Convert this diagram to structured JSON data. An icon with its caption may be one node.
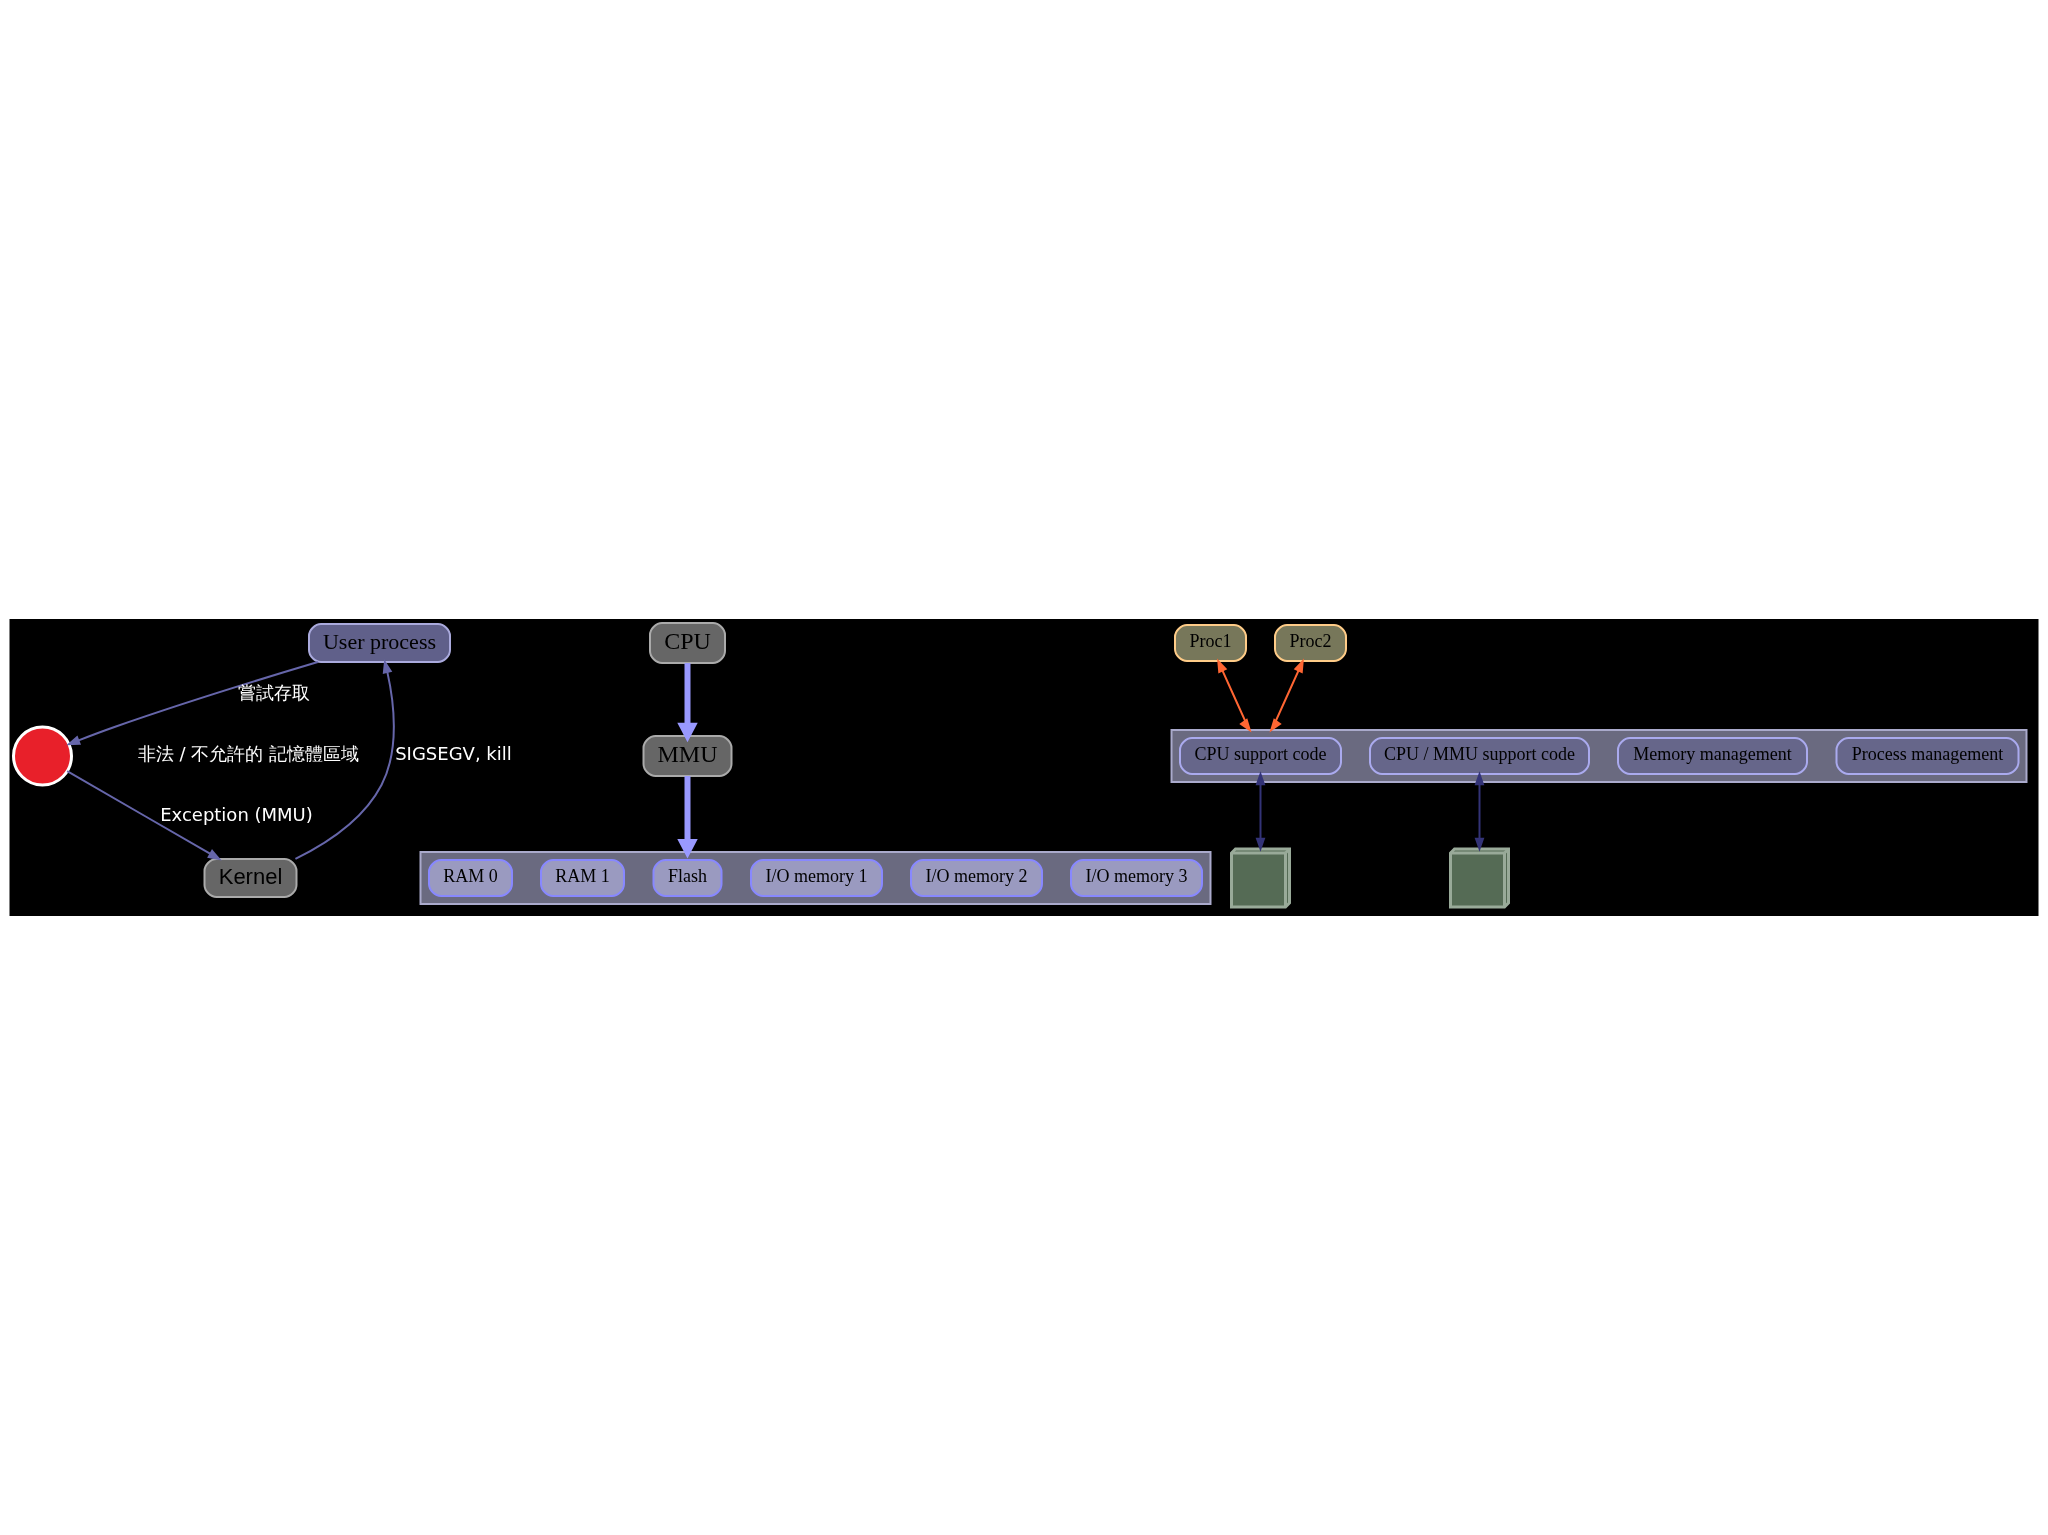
{
  "diagram": {
    "nodes": [
      {
        "text": [
          "User process"
        ]
      },
      {
        "text": [],
        "shape": "circle",
        "beside": [
          "非法 / 不允許的 記憶體區域"
        ]
      },
      {
        "text": [
          "Kernel"
        ]
      },
      {
        "text": [],
        "shape": "box"
      },
      {
        "text": [
          "I/O memory 3"
        ],
        "in": 3
      },
      {
        "text": [
          "I/O memory 2"
        ],
        "in": 3
      },
      {
        "text": [
          "I/O memory 1"
        ],
        "in": 3
      },
      {
        "text": [
          "Flash"
        ],
        "in": 3
      },
      {
        "text": [
          "RAM 1"
        ],
        "in": 3
      },
      {
        "text": [
          "RAM 0"
        ],
        "in": 3
      },
      {
        "text": [
          "MMU"
        ]
      },
      {
        "text": [
          "CPU"
        ]
      },
      {
        "text": [
          "Proc1"
        ]
      },
      {
        "text": [
          "Proc2"
        ]
      },
      {
        "text": [],
        "shape": "box"
      },
      {
        "text": [
          "Process management"
        ],
        "in": 14
      },
      {
        "text": [
          "Memory management"
        ],
        "in": 14
      },
      {
        "text": [
          "CPU support code"
        ],
        "in": 14
      },
      {
        "text": [
          "CPU / MMU support code"
        ],
        "in": 14
      },
      {
        "text": [],
        "shape": "picture"
      },
      {
        "text": [],
        "shape": "picture"
      }
    ],
    "edges": [
      {
        "from": 0,
        "to": 1,
        "arrow": "to",
        "label": "嘗試存取"
      },
      {
        "from": 1,
        "to": 2,
        "arrow": "to",
        "label": "Exception (MMU)"
      },
      {
        "from": 2,
        "to": 0,
        "arrow": "to",
        "label": "SIGSEGV, kill"
      },
      {
        "from": 11,
        "to": 10,
        "arrow": "to",
        "style": "thick",
        "color": "#9999ff"
      },
      {
        "from": 10,
        "to": 3,
        "arrow": "to",
        "style": "thick",
        "color": "#9999ff"
      },
      {
        "from": 12,
        "to": 14,
        "arrow": "both",
        "color": "#ff6633"
      },
      {
        "from": 13,
        "to": 14,
        "arrow": "both",
        "color": "#ff6633"
      },
      {
        "from": 17,
        "to": 19,
        "arrow": "both",
        "color": "#333377"
      },
      {
        "from": 18,
        "to": 20,
        "arrow": "both",
        "color": "#333377"
      }
    ]
  }
}
